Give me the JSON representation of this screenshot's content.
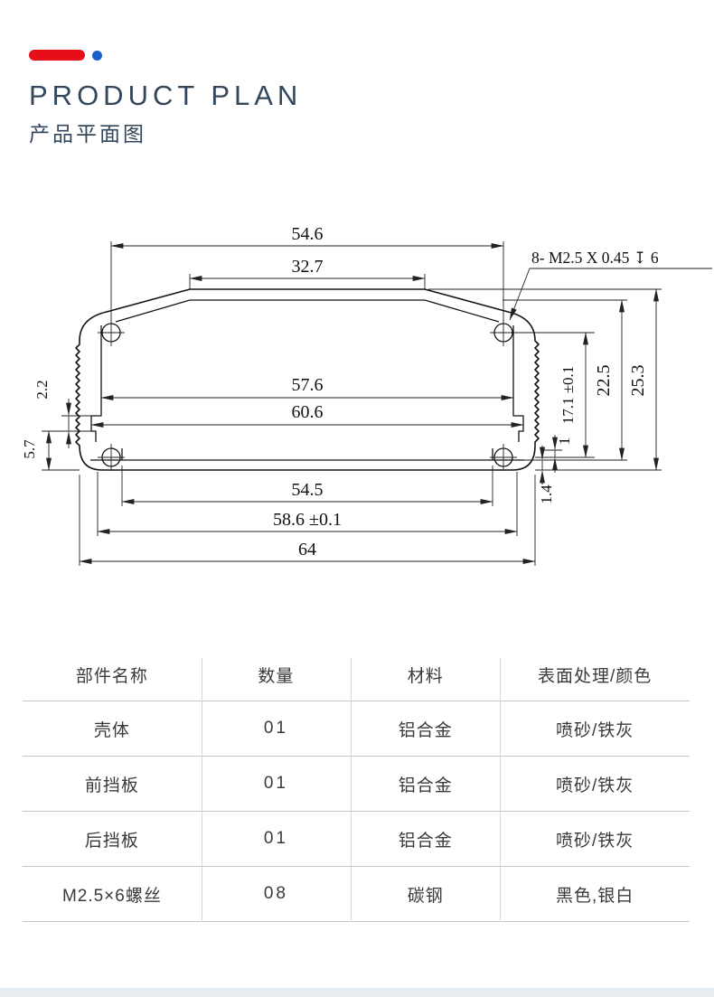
{
  "header": {
    "title": "PRODUCT PLAN",
    "subtitle": "产品平面图",
    "accent_red": "#e60f18",
    "accent_blue": "#1a5fc8"
  },
  "drawing": {
    "note": "8- M2.5 X 0.45 ↧ 6",
    "dims": {
      "top_width": "54.6",
      "top_flat": "32.7",
      "inner_width_upper": "57.6",
      "inner_width_lower": "60.6",
      "bottom_lip_width": "54.5",
      "bottom_width_tol": "58.6 ±0.1",
      "overall_width": "64",
      "left_slot": "2.2",
      "left_lower": "5.7",
      "boss_spacing": "17.1 ±0.1",
      "inner_height": "22.5",
      "overall_height": "25.3",
      "lip_offset": "1",
      "bottom_thickness": "1.4"
    }
  },
  "table": {
    "headers": [
      "部件名称",
      "数量",
      "材料",
      "表面处理/颜色"
    ],
    "rows": [
      [
        "壳体",
        "01",
        "铝合金",
        "喷砂/铁灰"
      ],
      [
        "前挡板",
        "01",
        "铝合金",
        "喷砂/铁灰"
      ],
      [
        "后挡板",
        "01",
        "铝合金",
        "喷砂/铁灰"
      ],
      [
        "M2.5×6螺丝",
        "08",
        "碳钢",
        "黑色,银白"
      ]
    ]
  }
}
